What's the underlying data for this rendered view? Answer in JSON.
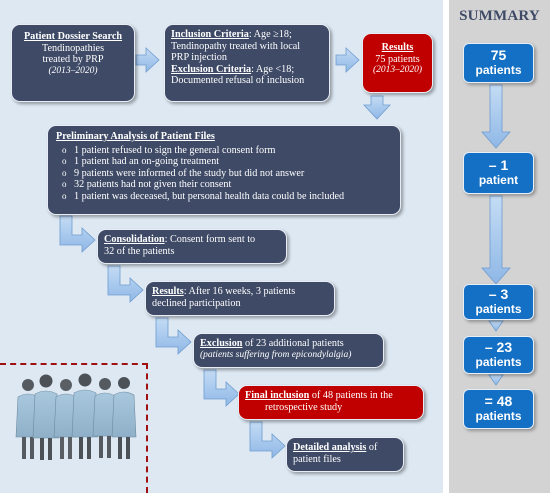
{
  "dossier": {
    "title": "Patient Dossier Search",
    "line1": "Tendinopathies",
    "line2": "treated by PRP",
    "years": "(2013–2020)"
  },
  "criteria": {
    "inclusion_label": "Inclusion Criteria",
    "inclusion_text1": ": Age ≥18;",
    "inclusion_text2": "Tendinopathy treated with local",
    "inclusion_text3": "PRP injection",
    "exclusion_label": "Exclusion Criteria",
    "exclusion_text1": ": Age <18;",
    "exclusion_text2": "Documented refusal of inclusion"
  },
  "results_top": {
    "title": "Results",
    "count": "75 patients",
    "years": "(2013–2020)"
  },
  "preliminary": {
    "title": "Preliminary Analysis of Patient Files",
    "items": [
      "1 patient refused to sign the general consent form",
      "1 patient had an on-going treatment",
      "9 patients were informed of the study but did not answer",
      "32 patients had not given their consent",
      "1 patient was deceased, but personal health data could be included"
    ]
  },
  "consolidation": {
    "label": "Consolidation",
    "text1": ": Consent form sent to",
    "text2": "32 of the patients"
  },
  "results_mid": {
    "label": "Results",
    "text1": ": After 16 weeks, 3 patients",
    "text2": "declined participation"
  },
  "exclusion": {
    "label": "Exclusion",
    "text1": " of 23 additional patients",
    "text2": "(patients suffering from epicondylalgia)"
  },
  "final": {
    "label": "Final inclusion",
    "text1": " of 48 patients in the",
    "text2": "retrospective study"
  },
  "detailed": {
    "label": "Detailed analysis",
    "text1": " of",
    "text2": "patient files"
  },
  "summary": {
    "title": "SUMMARY",
    "boxes": [
      {
        "value": "75",
        "unit": "patients"
      },
      {
        "value": "– 1",
        "unit": "patient"
      },
      {
        "value": "– 3",
        "unit": "patients"
      },
      {
        "value": "– 23",
        "unit": "patients"
      },
      {
        "value": "= 48",
        "unit": "patients"
      }
    ]
  },
  "colors": {
    "box": "#3e4a66",
    "red": "#c00000",
    "summary_box": "#1470c4",
    "arrow": "#9fc3ea",
    "panel": "#dde8f3"
  }
}
